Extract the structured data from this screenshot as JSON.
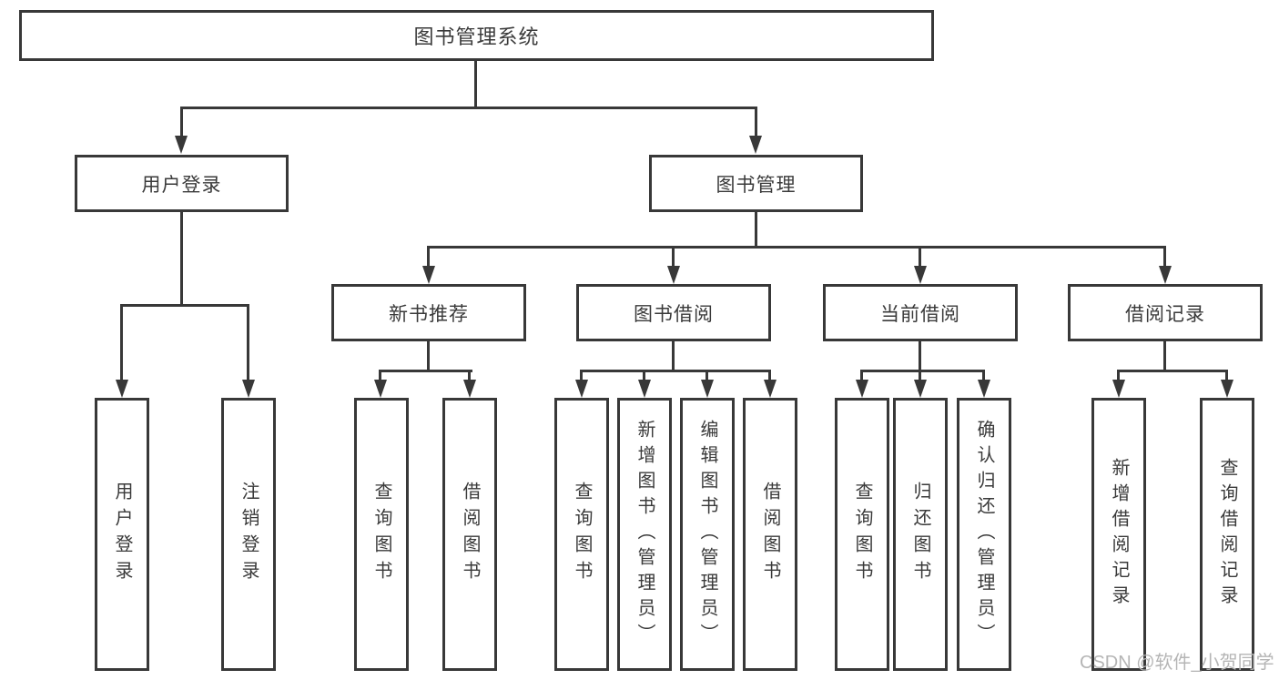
{
  "nodes": {
    "root": "图书管理系统",
    "level2": [
      "用户登录",
      "图书管理"
    ],
    "level3": [
      "新书推荐",
      "图书借阅",
      "当前借阅",
      "借阅记录"
    ],
    "leaves": {
      "user_login": [
        "用户登录",
        "注销登录"
      ],
      "new_book": [
        "查询图书",
        "借阅图书"
      ],
      "book_borrow": [
        "查询图书",
        "新增图书（管理员）",
        "编辑图书（管理员）",
        "借阅图书"
      ],
      "current_borrow": [
        "查询图书",
        "归还图书",
        "确认归还（管理员）"
      ],
      "borrow_record": [
        "新增借阅记录",
        "查询借阅记录"
      ]
    }
  },
  "watermark": "CSDN @软件_小贺同学",
  "colors": {
    "line": "#383838",
    "text": "#3a3a3a",
    "watermark": "#b5b5b5",
    "background": "#ffffff"
  }
}
